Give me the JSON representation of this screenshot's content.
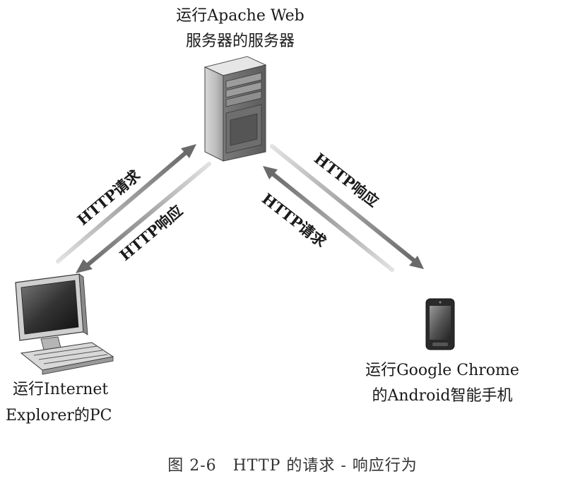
{
  "nodes": {
    "server": {
      "line1": "运行Apache Web",
      "line2": "服务器的服务器"
    },
    "pc": {
      "line1": "运行Internet",
      "line2": "Explorer的PC"
    },
    "phone": {
      "line1": "运行Google Chrome",
      "line2": "的Android智能手机"
    }
  },
  "edges": {
    "pc_request": "HTTP请求",
    "pc_response": "HTTP响应",
    "phone_response": "HTTP响应",
    "phone_request": "HTTP请求"
  },
  "caption": "图 2-6　HTTP 的请求 - 响应行为",
  "colors": {
    "arrow_dark": "#6a6a6a",
    "arrow_light": "#c8c8c8",
    "text": "#1a1a1a"
  }
}
